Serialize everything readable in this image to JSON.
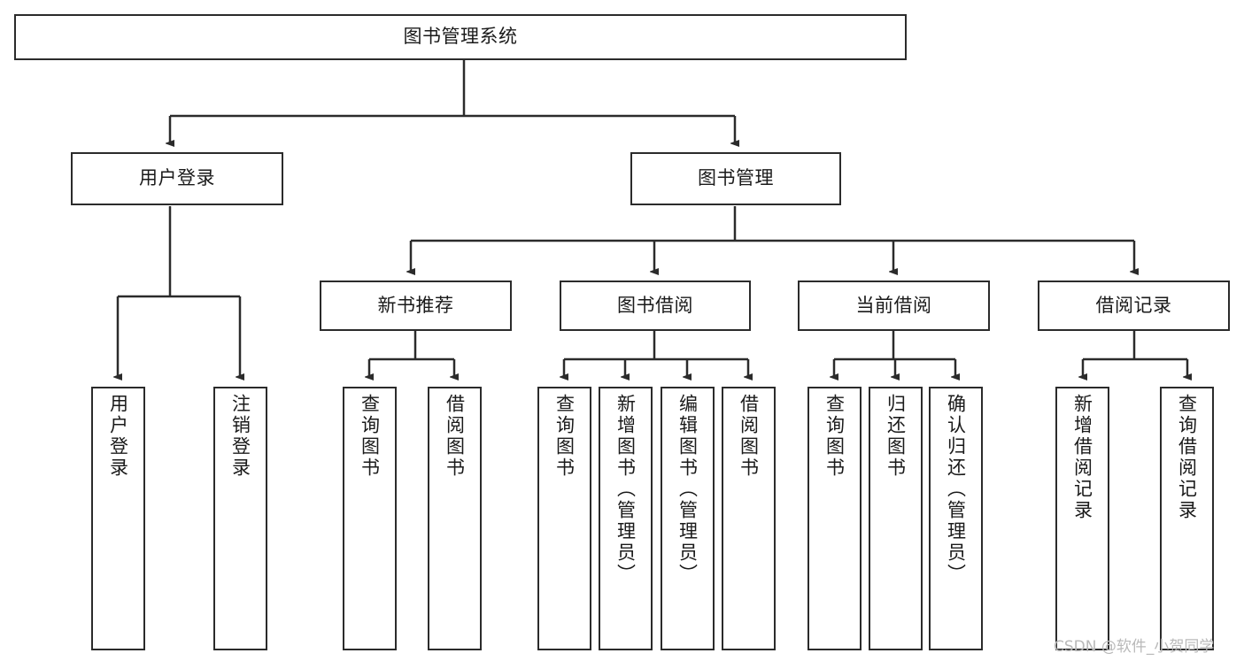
{
  "diagram": {
    "title": "图书管理系统",
    "watermark": "CSDN @软件_小贺同学",
    "root": {
      "label": "图书管理系统"
    },
    "level1": [
      {
        "label": "用户登录"
      },
      {
        "label": "图书管理"
      }
    ],
    "level2": [
      {
        "label": "新书推荐"
      },
      {
        "label": "图书借阅"
      },
      {
        "label": "当前借阅"
      },
      {
        "label": "借阅记录"
      }
    ],
    "leaves": [
      {
        "label": "用户登录",
        "parent": "用户登录"
      },
      {
        "label": "注销登录",
        "parent": "用户登录"
      },
      {
        "label": "查询图书",
        "parent": "新书推荐"
      },
      {
        "label": "借阅图书",
        "parent": "新书推荐"
      },
      {
        "label": "查询图书",
        "parent": "图书借阅"
      },
      {
        "label": "新增图书（管理员）",
        "parent": "图书借阅"
      },
      {
        "label": "编辑图书（管理员）",
        "parent": "图书借阅"
      },
      {
        "label": "借阅图书",
        "parent": "图书借阅"
      },
      {
        "label": "查询图书",
        "parent": "当前借阅"
      },
      {
        "label": "归还图书",
        "parent": "当前借阅"
      },
      {
        "label": "确认归还（管理员）",
        "parent": "当前借阅"
      },
      {
        "label": "新增借阅记录",
        "parent": "借阅记录"
      },
      {
        "label": "查询借阅记录",
        "parent": "借阅记录"
      }
    ],
    "colors": {
      "stroke": "#2b2b2b",
      "fill": "#ffffff",
      "text": "#1a1a1a",
      "watermark": "#b9b9b9"
    }
  }
}
